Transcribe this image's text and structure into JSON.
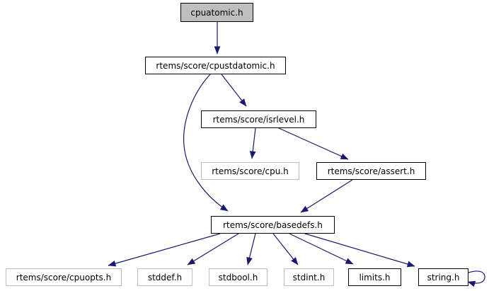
{
  "graph": {
    "title": "cpuatomic.h include dependency graph",
    "type": "include-dependency-graph",
    "colors": {
      "edge": "#191970",
      "root_fill": "#bfbfbf",
      "node_fill": "#ffffff",
      "linked_border": "#000000",
      "plain_border": "#bebebe",
      "text": "#000000",
      "background": "#ffffff"
    },
    "nodes": [
      {
        "id": "cpuatomic",
        "label": "cpuatomic.h",
        "style": "root"
      },
      {
        "id": "cpustdatomic",
        "label": "rtems/score/cpustdatomic.h",
        "style": "linked"
      },
      {
        "id": "isrlevel",
        "label": "rtems/score/isrlevel.h",
        "style": "linked"
      },
      {
        "id": "cpu",
        "label": "rtems/score/cpu.h",
        "style": "plain"
      },
      {
        "id": "assert",
        "label": "rtems/score/assert.h",
        "style": "linked"
      },
      {
        "id": "basedefs",
        "label": "rtems/score/basedefs.h",
        "style": "linked"
      },
      {
        "id": "cpuopts",
        "label": "rtems/score/cpuopts.h",
        "style": "plain"
      },
      {
        "id": "stddef",
        "label": "stddef.h",
        "style": "plain"
      },
      {
        "id": "stdbool",
        "label": "stdbool.h",
        "style": "plain"
      },
      {
        "id": "stdint",
        "label": "stdint.h",
        "style": "plain"
      },
      {
        "id": "limits",
        "label": "limits.h",
        "style": "linked"
      },
      {
        "id": "string",
        "label": "string.h",
        "style": "linked"
      }
    ],
    "edges": [
      {
        "from": "cpuatomic.h",
        "to": "rtems/score/cpustdatomic.h"
      },
      {
        "from": "rtems/score/cpustdatomic.h",
        "to": "rtems/score/isrlevel.h"
      },
      {
        "from": "rtems/score/cpustdatomic.h",
        "to": "rtems/score/basedefs.h"
      },
      {
        "from": "rtems/score/isrlevel.h",
        "to": "rtems/score/cpu.h"
      },
      {
        "from": "rtems/score/isrlevel.h",
        "to": "rtems/score/assert.h"
      },
      {
        "from": "rtems/score/assert.h",
        "to": "rtems/score/basedefs.h"
      },
      {
        "from": "rtems/score/basedefs.h",
        "to": "rtems/score/cpuopts.h"
      },
      {
        "from": "rtems/score/basedefs.h",
        "to": "stddef.h"
      },
      {
        "from": "rtems/score/basedefs.h",
        "to": "stdbool.h"
      },
      {
        "from": "rtems/score/basedefs.h",
        "to": "stdint.h"
      },
      {
        "from": "rtems/score/basedefs.h",
        "to": "limits.h"
      },
      {
        "from": "rtems/score/basedefs.h",
        "to": "string.h"
      },
      {
        "from": "string.h",
        "to": "string.h"
      }
    ]
  }
}
